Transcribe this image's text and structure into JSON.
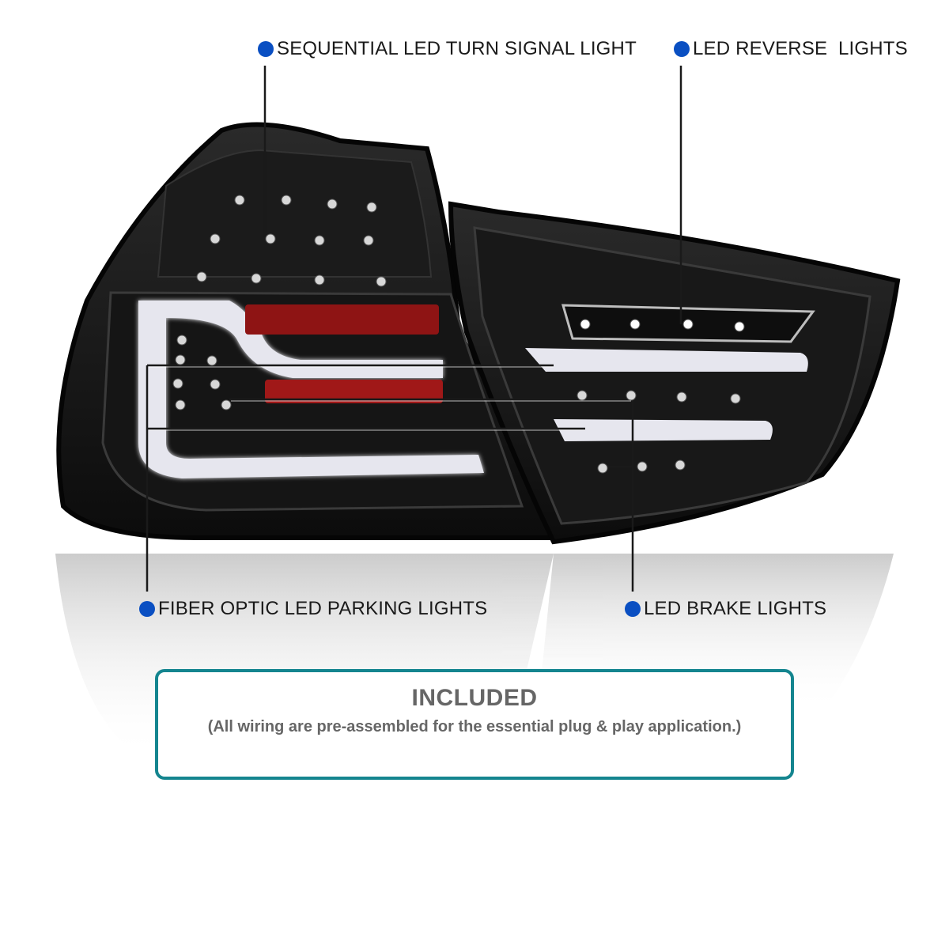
{
  "colors": {
    "dot": "#0a4fc2",
    "frame": "#14858f",
    "text": "#1a1a1a",
    "subtext": "#666666",
    "housing": "#141414",
    "lightbar": "#e8e8ee",
    "reflector": "#a11a1a"
  },
  "callouts": {
    "turn_signal": "SEQUENTIAL LED TURN SIGNAL LIGHT",
    "reverse": "LED REVERSE  LIGHTS",
    "parking": "FIBER OPTIC LED PARKING LIGHTS",
    "brake": "LED BRAKE LIGHTS"
  },
  "included": {
    "title": "INCLUDED",
    "subtitle": "(All wiring are pre-assembled for the essential plug & play application.)"
  }
}
